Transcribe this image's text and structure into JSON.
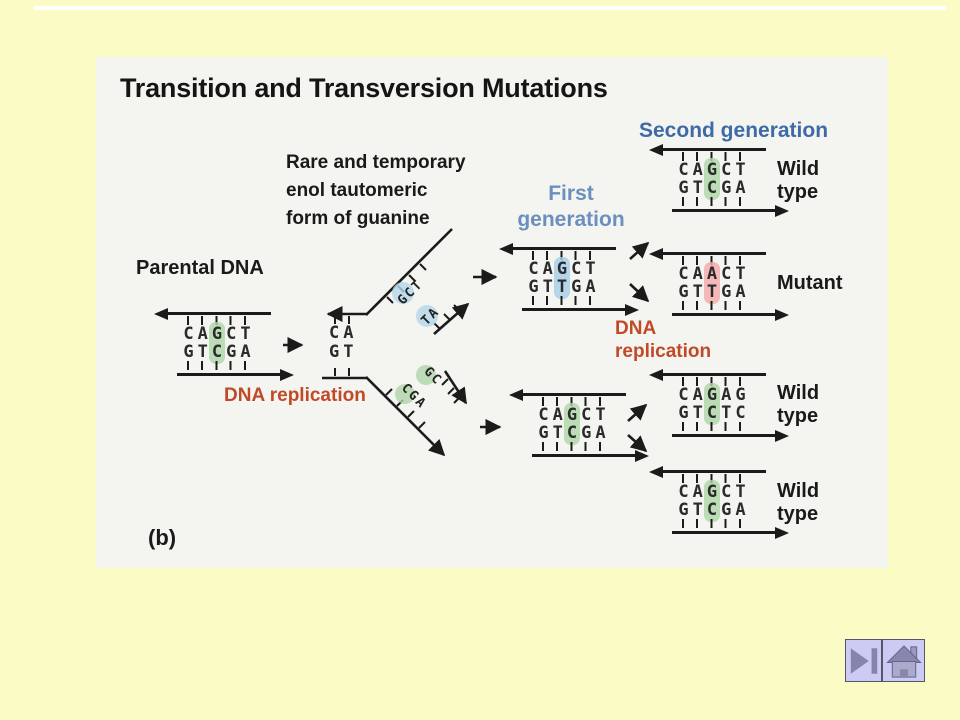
{
  "slide": {
    "title": "Transition and Transversion Mutations",
    "figure_label": "(b)",
    "background": "#fbfbc6",
    "panel_background": "#f4f4f0"
  },
  "labels": {
    "parental_dna": "Parental DNA",
    "enol_note": "Rare and temporary\nenol tautomeric\nform of guanine",
    "dna_replication_left": "DNA replication",
    "first_generation": "First\ngeneration",
    "second_generation": "Second generation",
    "dna_replication_right": "DNA\nreplication"
  },
  "colors": {
    "first_generation_blue": "#6b8fbe",
    "second_generation_blue": "#3f6aa8",
    "replication_label_red": "#c04a28",
    "highlight_green": "#aed6a6",
    "highlight_blue": "#a4cde8",
    "highlight_pink": "#f2a9a9",
    "strand_black": "#1b1b1b",
    "nav_button_bg": "#cbcbf4",
    "nav_icon": "#8585ac"
  },
  "fork": {
    "stub_top": "CA",
    "stub_bottom": "GT",
    "upper_template": "GCT",
    "upper_new": "TA",
    "lower_template": "CGA",
    "lower_new": "GC"
  },
  "duplexes": {
    "parental": {
      "top": "CAGCT",
      "bottom": "GTCGA"
    },
    "first_gen_upper": {
      "top": "CAGCT",
      "bottom": "GTTGA"
    },
    "first_gen_lower": {
      "top": "CAGCT",
      "bottom": "GTCGA"
    },
    "second_gen_wild": {
      "top": "CAGCT",
      "bottom": "GTCGA",
      "label": "Wild\ntype"
    },
    "second_gen_mutant": {
      "top": "CAACT",
      "bottom": "GTTGA",
      "label": "Mutant"
    },
    "third_gen_wild_1": {
      "top": "CAGAG",
      "bottom": "GTCTC",
      "label": "Wild\ntype"
    },
    "third_gen_wild_2": {
      "top": "CAGCT",
      "bottom": "GTCGA",
      "label": "Wild\ntype"
    }
  },
  "nav": {
    "next_icon": "skip-forward-icon",
    "home_icon": "home-icon"
  }
}
